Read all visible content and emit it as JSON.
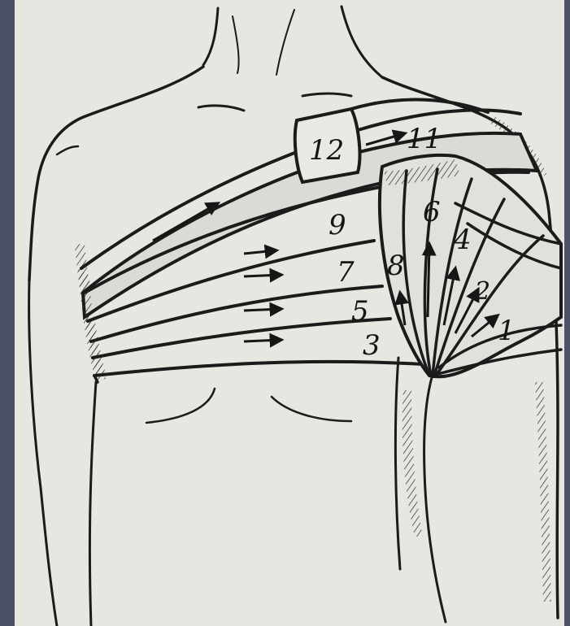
{
  "colors": {
    "background": "#4d5366",
    "paper": "#e7e6e1",
    "ink": "#1b1b1b",
    "bandShade": "#dcdad4"
  },
  "illustration": {
    "labels": {
      "n1": "1",
      "n2": "2",
      "n3": "3",
      "n4": "4",
      "n5": "5",
      "n6": "6",
      "n7": "7",
      "n8": "8",
      "n9": "9",
      "n11": "11",
      "n12": "12"
    }
  }
}
